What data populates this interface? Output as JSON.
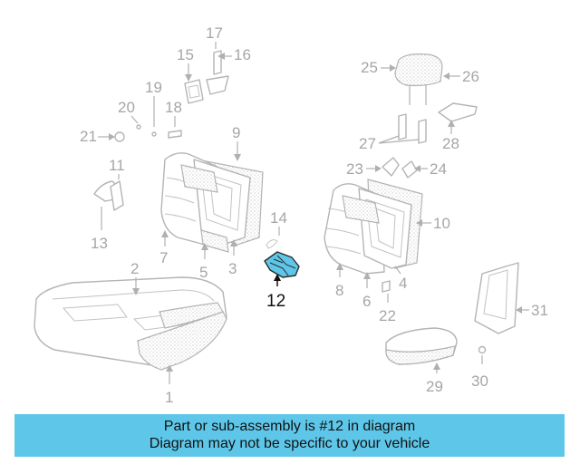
{
  "diagram": {
    "labels": {
      "p1": "1",
      "p2": "2",
      "p3": "3",
      "p4": "4",
      "p5": "5",
      "p6": "6",
      "p7": "7",
      "p8": "8",
      "p9": "9",
      "p10": "10",
      "p11": "11",
      "p12": "12",
      "p13": "13",
      "p14": "14",
      "p15": "15",
      "p16": "16",
      "p17": "17",
      "p18": "18",
      "p19": "19",
      "p20": "20",
      "p21": "21",
      "p22": "22",
      "p23": "23",
      "p24": "24",
      "p25": "25",
      "p26": "26",
      "p27": "27",
      "p28": "28",
      "p29": "29",
      "p30": "30",
      "p31": "31"
    },
    "highlighted_part": "12",
    "highlight_color": "#5ec7e9"
  },
  "banner": {
    "line1": "Part or sub-assembly is #12 in diagram",
    "line2": "Diagram may not be specific to your vehicle",
    "background": "#5ec7e9"
  }
}
